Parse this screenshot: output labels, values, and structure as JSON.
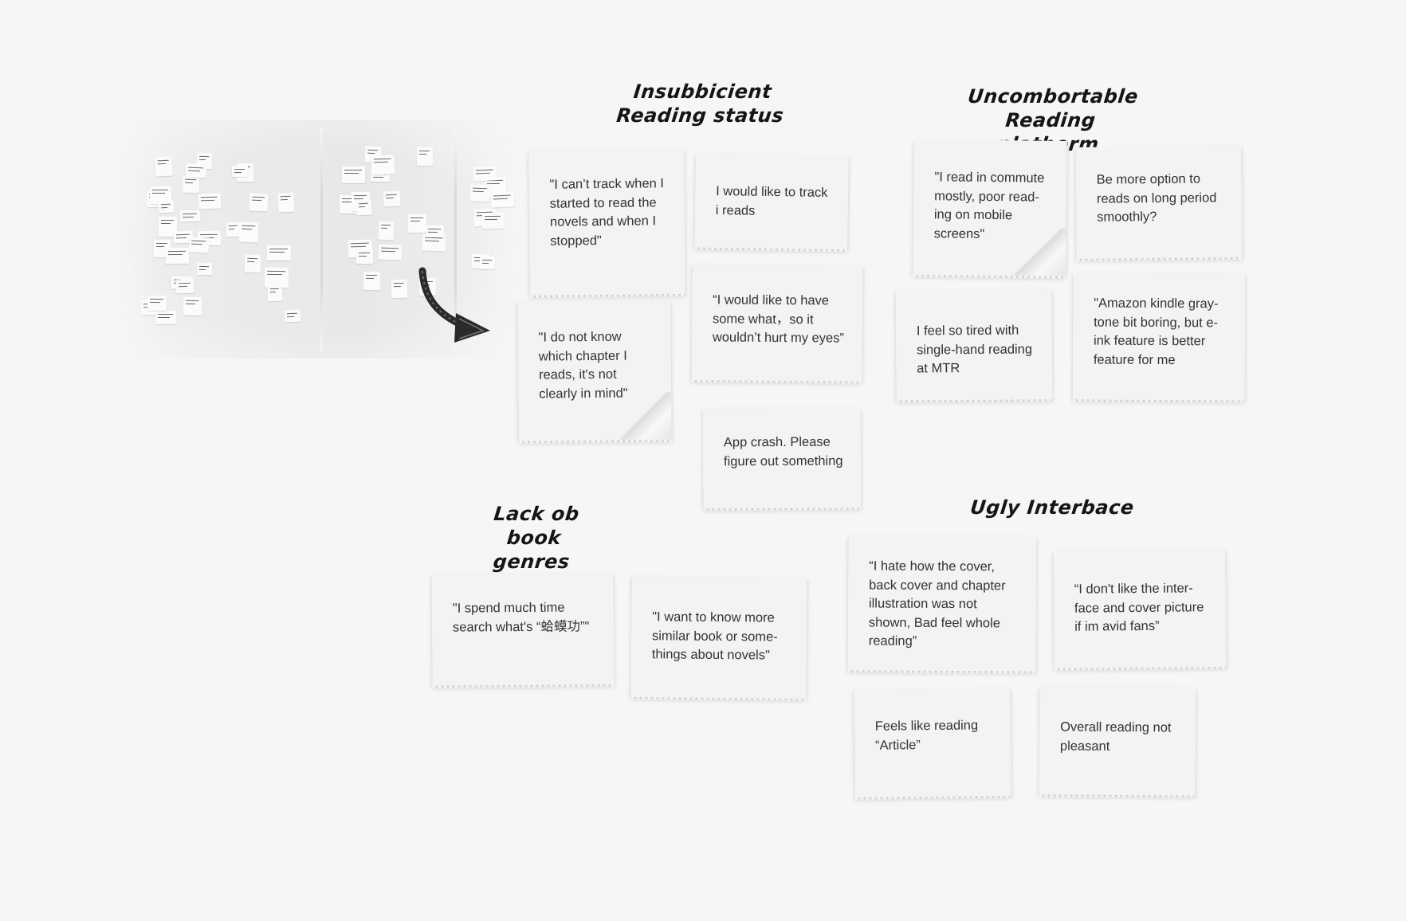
{
  "groups": [
    {
      "title": "Insubbicient\nReading status",
      "notes": [
        "\"I can’t track when I started to read the novels and when I stopped\"",
        "I would like to track i reads",
        "\"I do not know which chapter I reads, it's not clearly in mind\"",
        "“I would like to have some what，so it wouldn’t hurt my eyes”",
        "App crash. Please figure out something"
      ]
    },
    {
      "title": "Uncombortable Reading\nplatborm",
      "notes": [
        "\"I read in commute mostly, poor read-ing on mobile screens\"",
        "Be more option to reads on long period smoothly?",
        "I feel so tired with single-hand reading at MTR",
        "\"Amazon kindle gray-tone bit boring, but e-ink feature is better feature for me"
      ]
    },
    {
      "title": "Lack ob\nbook genres",
      "notes": [
        "\"I spend much time search what's “蛤蟆功”\"",
        "\"I want to know more similar book or some-things about novels\""
      ]
    },
    {
      "title": "Ugly Interbace",
      "notes": [
        "“I hate how the cover, back cover and chapter illustration was not shown, Bad feel whole reading”",
        "“I don't like the inter-face and cover picture if im avid fans”",
        "Feels like reading “Article”",
        "Overall reading not pleasant"
      ]
    }
  ]
}
